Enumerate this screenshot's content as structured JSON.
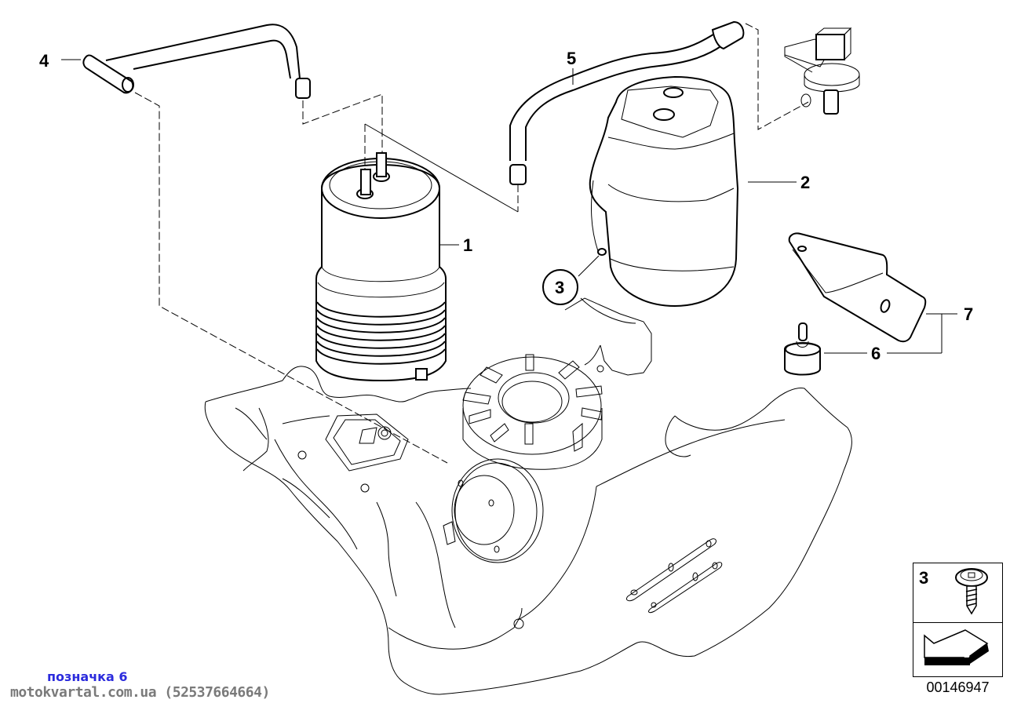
{
  "diagram": {
    "type": "exploded-parts-diagram",
    "callouts": [
      {
        "id": "1",
        "label": "1",
        "part": "activated-charcoal-canister"
      },
      {
        "id": "2",
        "label": "2",
        "part": "canister-cover"
      },
      {
        "id": "3",
        "label": "3",
        "part": "screw",
        "circled": true
      },
      {
        "id": "4",
        "label": "4",
        "part": "hose-t-piece"
      },
      {
        "id": "5",
        "label": "5",
        "part": "hose"
      },
      {
        "id": "6",
        "label": "6",
        "part": "rubber-mount"
      },
      {
        "id": "7",
        "label": "7",
        "part": "bracket"
      }
    ],
    "legend": {
      "item_number": "3",
      "item_icon": "screw-icon",
      "arrow_icon": "direction-arrow-icon"
    },
    "document_number": "00146947"
  },
  "watermark": {
    "label": "позначка 6",
    "site": "motokvartal.com.ua (52537664664)"
  },
  "colors": {
    "line": "#000000",
    "watermark_label": "#2b2bdd",
    "watermark_site": "#7a7a7a"
  }
}
